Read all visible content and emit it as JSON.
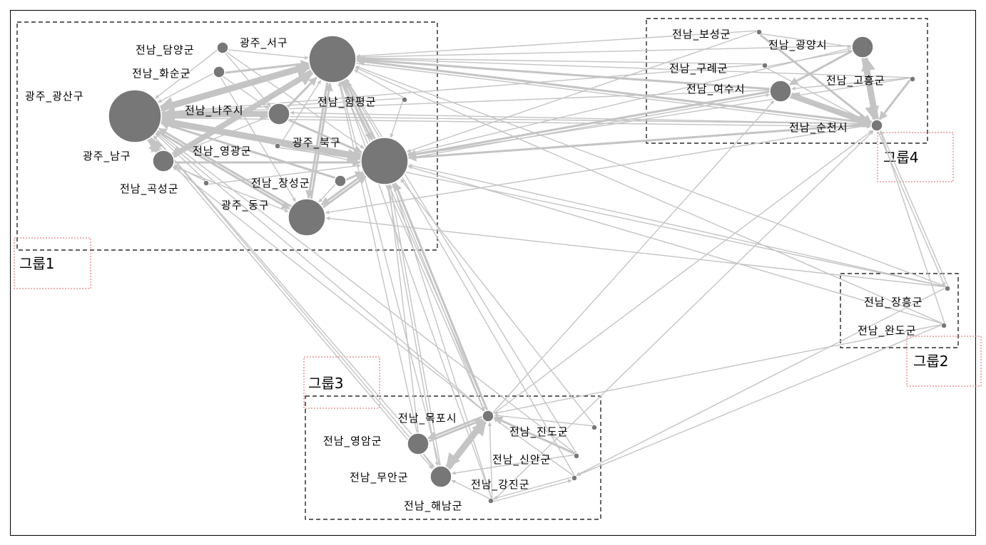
{
  "groups": [
    {
      "id": "g1",
      "label": "그룹1"
    },
    {
      "id": "g2",
      "label": "그룹2"
    },
    {
      "id": "g3",
      "label": "그룹3"
    },
    {
      "id": "g4",
      "label": "그룹4"
    }
  ],
  "nodes": [
    {
      "id": "gwangsan",
      "label": "광주_광산구",
      "size": "xl",
      "group": "g1"
    },
    {
      "id": "seogu",
      "label": "광주_서구",
      "size": "lg",
      "group": "g1"
    },
    {
      "id": "bukgu",
      "label": "광주_북구",
      "size": "lg",
      "group": "g1"
    },
    {
      "id": "donggu",
      "label": "광주_동구",
      "size": "md",
      "group": "g1"
    },
    {
      "id": "namgu",
      "label": "광주_남구",
      "size": "sm",
      "group": "g1"
    },
    {
      "id": "naju",
      "label": "전남_나주시",
      "size": "sm",
      "group": "g1"
    },
    {
      "id": "damyang",
      "label": "전남_담양군",
      "size": "xs",
      "group": "g1"
    },
    {
      "id": "hwasun",
      "label": "전남_화순군",
      "size": "xs",
      "group": "g1"
    },
    {
      "id": "hampyeong",
      "label": "전남_함평군",
      "size": "xxs",
      "group": "g1"
    },
    {
      "id": "yeonggwang",
      "label": "전남_영광군",
      "size": "xxs",
      "group": "g1"
    },
    {
      "id": "jangseong",
      "label": "전남_장성군",
      "size": "xs",
      "group": "g1"
    },
    {
      "id": "gokseong",
      "label": "전남_곡성군",
      "size": "xxs",
      "group": "g1"
    },
    {
      "id": "boseong",
      "label": "전남_보성군",
      "size": "xxs",
      "group": "g4"
    },
    {
      "id": "gwangyang",
      "label": "전남_광양시",
      "size": "sm",
      "group": "g4"
    },
    {
      "id": "gurye",
      "label": "전남_구례군",
      "size": "xxs",
      "group": "g4"
    },
    {
      "id": "goheung",
      "label": "전남_고흥군",
      "size": "xxs",
      "group": "g4"
    },
    {
      "id": "yeosu",
      "label": "전남_여수시",
      "size": "sm",
      "group": "g4"
    },
    {
      "id": "suncheon",
      "label": "전남_순천시",
      "size": "xs",
      "group": "g4"
    },
    {
      "id": "jangheung",
      "label": "전남_장흥군",
      "size": "xxs",
      "group": "g2"
    },
    {
      "id": "wando",
      "label": "전남_완도군",
      "size": "xxs",
      "group": "g2"
    },
    {
      "id": "mokpo",
      "label": "전남_목포시",
      "size": "xs",
      "group": "g3"
    },
    {
      "id": "jindo",
      "label": "전남_진도군",
      "size": "xxs",
      "group": "g3"
    },
    {
      "id": "yeongam",
      "label": "전남_영암군",
      "size": "sm",
      "group": "g3"
    },
    {
      "id": "sinan",
      "label": "전남_신안군",
      "size": "xxs",
      "group": "g3"
    },
    {
      "id": "muan",
      "label": "전남_무안군",
      "size": "sm",
      "group": "g3"
    },
    {
      "id": "gangjin",
      "label": "전남_강진군",
      "size": "xxs",
      "group": "g3"
    },
    {
      "id": "haenam",
      "label": "전남_해남군",
      "size": "xxs",
      "group": "g3"
    }
  ],
  "edges": [
    [
      "gwangsan",
      "seogu",
      3
    ],
    [
      "seogu",
      "gwangsan",
      4
    ],
    [
      "gwangsan",
      "bukgu",
      3
    ],
    [
      "bukgu",
      "gwangsan",
      4
    ],
    [
      "gwangsan",
      "donggu",
      2
    ],
    [
      "donggu",
      "gwangsan",
      2
    ],
    [
      "gwangsan",
      "namgu",
      2
    ],
    [
      "namgu",
      "gwangsan",
      3
    ],
    [
      "naju",
      "gwangsan",
      3
    ],
    [
      "gwangsan",
      "naju",
      2
    ],
    [
      "damyang",
      "gwangsan",
      1
    ],
    [
      "hwasun",
      "gwangsan",
      1
    ],
    [
      "hampyeong",
      "gwangsan",
      1
    ],
    [
      "yeonggwang",
      "gwangsan",
      1
    ],
    [
      "jangseong",
      "gwangsan",
      2
    ],
    [
      "gokseong",
      "gwangsan",
      1
    ],
    [
      "seogu",
      "bukgu",
      2
    ],
    [
      "bukgu",
      "seogu",
      2
    ],
    [
      "seogu",
      "donggu",
      2
    ],
    [
      "donggu",
      "seogu",
      2
    ],
    [
      "namgu",
      "seogu",
      3
    ],
    [
      "seogu",
      "namgu",
      2
    ],
    [
      "naju",
      "seogu",
      2
    ],
    [
      "hwasun",
      "seogu",
      2
    ],
    [
      "damyang",
      "seogu",
      1
    ],
    [
      "hampyeong",
      "seogu",
      1
    ],
    [
      "yeonggwang",
      "bukgu",
      1
    ],
    [
      "jangseong",
      "bukgu",
      2
    ],
    [
      "bukgu",
      "donggu",
      2
    ],
    [
      "donggu",
      "bukgu",
      2
    ],
    [
      "namgu",
      "bukgu",
      2
    ],
    [
      "naju",
      "bukgu",
      2
    ],
    [
      "hampyeong",
      "bukgu",
      1
    ],
    [
      "gokseong",
      "bukgu",
      1
    ],
    [
      "damyang",
      "bukgu",
      1
    ],
    [
      "hwasun",
      "donggu",
      1
    ],
    [
      "namgu",
      "donggu",
      1
    ],
    [
      "naju",
      "namgu",
      1
    ],
    [
      "gokseong",
      "namgu",
      1
    ],
    [
      "jangseong",
      "donggu",
      1
    ],
    [
      "yeonggwang",
      "seogu",
      1
    ],
    [
      "damyang",
      "naju",
      1
    ],
    [
      "hwasun",
      "naju",
      1
    ],
    [
      "boseong",
      "seogu",
      1
    ],
    [
      "boseong",
      "bukgu",
      1
    ],
    [
      "gwangyang",
      "seogu",
      1
    ],
    [
      "gwangyang",
      "bukgu",
      1
    ],
    [
      "gurye",
      "gwangsan",
      1
    ],
    [
      "gurye",
      "seogu",
      1
    ],
    [
      "goheung",
      "seogu",
      1
    ],
    [
      "goheung",
      "bukgu",
      1
    ],
    [
      "yeosu",
      "seogu",
      2
    ],
    [
      "yeosu",
      "bukgu",
      2
    ],
    [
      "yeosu",
      "gwangsan",
      1
    ],
    [
      "suncheon",
      "seogu",
      2
    ],
    [
      "suncheon",
      "bukgu",
      2
    ],
    [
      "suncheon",
      "gwangsan",
      1
    ],
    [
      "suncheon",
      "naju",
      1
    ],
    [
      "suncheon",
      "donggu",
      1
    ],
    [
      "seogu",
      "suncheon",
      1
    ],
    [
      "bukgu",
      "yeosu",
      1
    ],
    [
      "gwangsan",
      "suncheon",
      1
    ],
    [
      "gwangyang",
      "suncheon",
      3
    ],
    [
      "suncheon",
      "gwangyang",
      3
    ],
    [
      "yeosu",
      "suncheon",
      3
    ],
    [
      "suncheon",
      "yeosu",
      2
    ],
    [
      "boseong",
      "suncheon",
      2
    ],
    [
      "goheung",
      "suncheon",
      2
    ],
    [
      "gurye",
      "suncheon",
      1
    ],
    [
      "gurye",
      "gwangyang",
      1
    ],
    [
      "gwangyang",
      "yeosu",
      2
    ],
    [
      "boseong",
      "gwangyang",
      1
    ],
    [
      "goheung",
      "yeosu",
      1
    ],
    [
      "jangheung",
      "seogu",
      1
    ],
    [
      "jangheung",
      "bukgu",
      1
    ],
    [
      "jangheung",
      "gwangsan",
      1
    ],
    [
      "jangheung",
      "donggu",
      1
    ],
    [
      "jangheung",
      "suncheon",
      1
    ],
    [
      "jangheung",
      "gangjin",
      1
    ],
    [
      "wando",
      "gangjin",
      1
    ],
    [
      "wando",
      "mokpo",
      1
    ],
    [
      "wando",
      "bukgu",
      1
    ],
    [
      "wando",
      "seogu",
      1
    ],
    [
      "wando",
      "suncheon",
      1
    ],
    [
      "suncheon",
      "jangheung",
      1
    ],
    [
      "mokpo",
      "gwangsan",
      1
    ],
    [
      "mokpo",
      "seogu",
      1
    ],
    [
      "mokpo",
      "bukgu",
      2
    ],
    [
      "mokpo",
      "namgu",
      1
    ],
    [
      "muan",
      "seogu",
      1
    ],
    [
      "muan",
      "bukgu",
      1
    ],
    [
      "muan",
      "gwangsan",
      1
    ],
    [
      "yeongam",
      "bukgu",
      1
    ],
    [
      "yeongam",
      "gwangsan",
      1
    ],
    [
      "yeongam",
      "seogu",
      1
    ],
    [
      "haenam",
      "seogu",
      1
    ],
    [
      "haenam",
      "bukgu",
      1
    ],
    [
      "gangjin",
      "seogu",
      1
    ],
    [
      "jindo",
      "bukgu",
      1
    ],
    [
      "sinan",
      "seogu",
      1
    ],
    [
      "sinan",
      "gwangsan",
      1
    ],
    [
      "seogu",
      "mokpo",
      1
    ],
    [
      "bukgu",
      "mokpo",
      1
    ],
    [
      "gwangsan",
      "muan",
      1
    ],
    [
      "bukgu",
      "muan",
      1
    ],
    [
      "mokpo",
      "suncheon",
      1
    ],
    [
      "mokpo",
      "yeosu",
      1
    ],
    [
      "haenam",
      "suncheon",
      1
    ],
    [
      "muan",
      "mokpo",
      3
    ],
    [
      "mokpo",
      "muan",
      3
    ],
    [
      "yeongam",
      "mokpo",
      2
    ],
    [
      "mokpo",
      "yeongam",
      2
    ],
    [
      "jindo",
      "mokpo",
      1
    ],
    [
      "sinan",
      "mokpo",
      2
    ],
    [
      "haenam",
      "mokpo",
      1
    ],
    [
      "gangjin",
      "mokpo",
      1
    ],
    [
      "yeongam",
      "muan",
      1
    ],
    [
      "haenam",
      "muan",
      1
    ],
    [
      "sinan",
      "muan",
      1
    ],
    [
      "gangjin",
      "haenam",
      1
    ],
    [
      "haenam",
      "gangjin",
      1
    ]
  ]
}
